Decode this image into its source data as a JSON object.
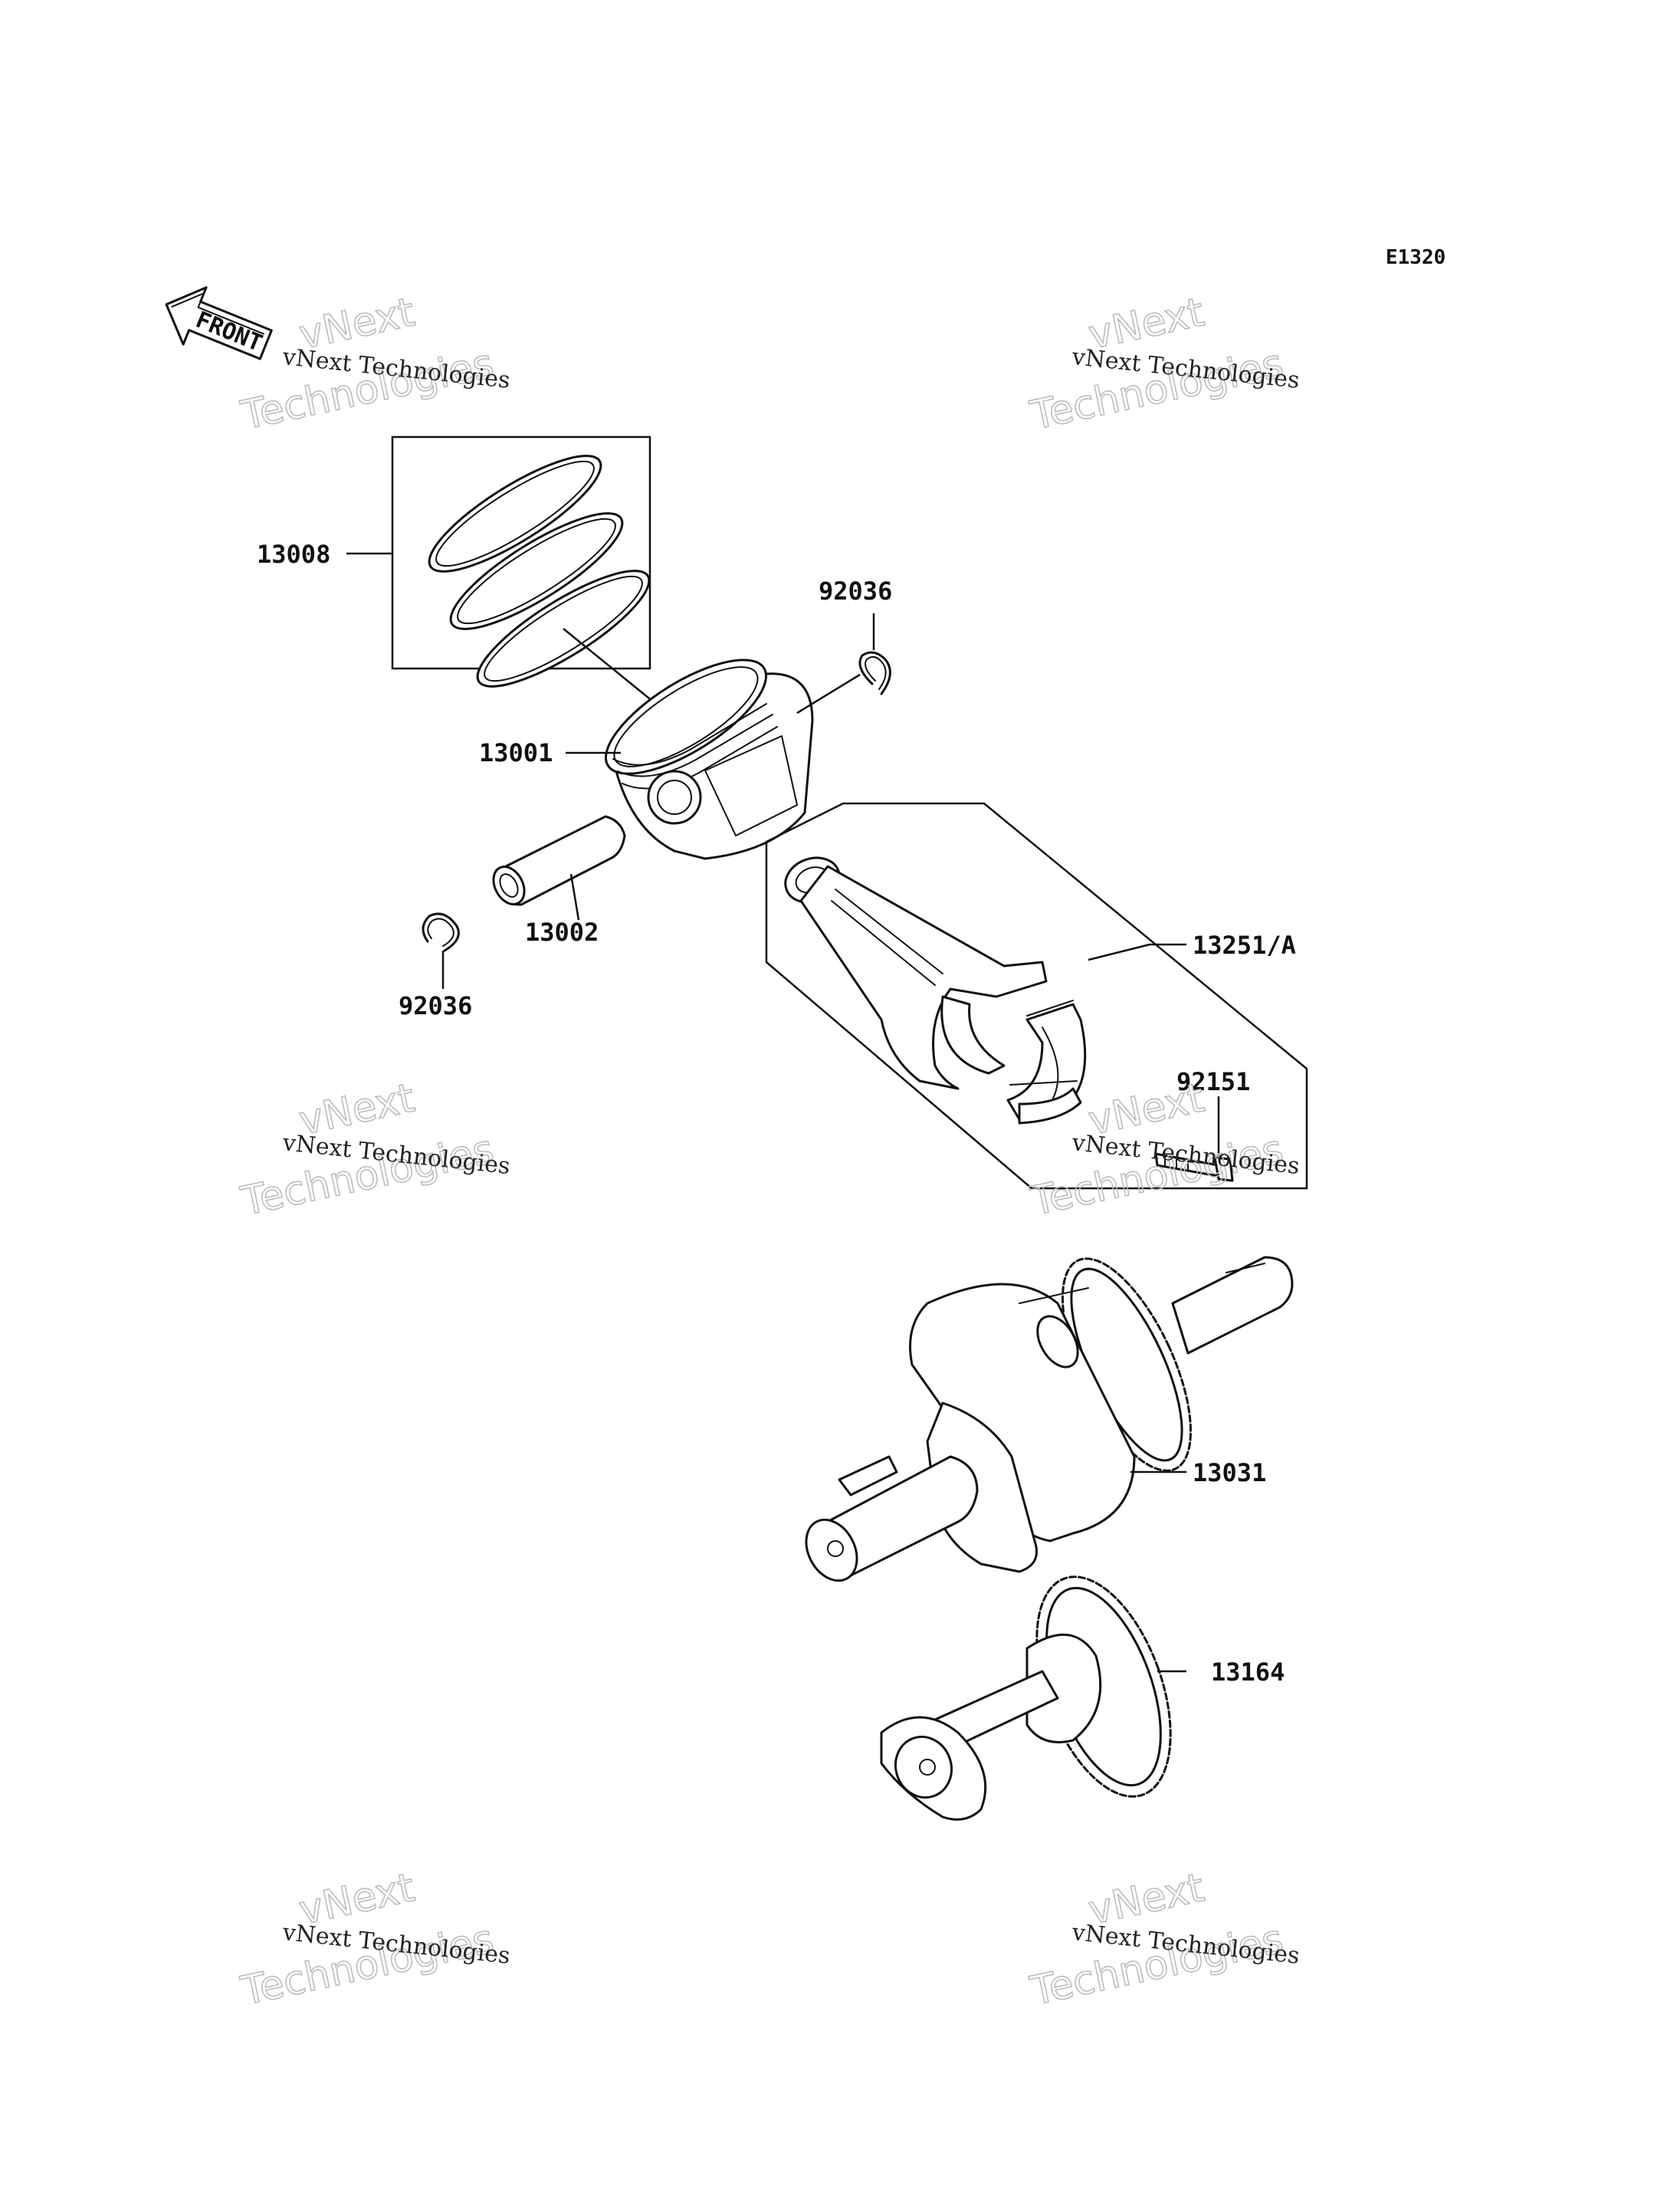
{
  "diagram_code": "E1320",
  "front_label": "FRONT",
  "watermark": {
    "line1": "vNext Technologies",
    "line2": "vNext",
    "line3": "Technologies"
  },
  "parts": [
    {
      "id": "13008",
      "label": "13008"
    },
    {
      "id": "92036-a",
      "label": "92036"
    },
    {
      "id": "13001",
      "label": "13001"
    },
    {
      "id": "13002",
      "label": "13002"
    },
    {
      "id": "92036-b",
      "label": "92036"
    },
    {
      "id": "13251A",
      "label": "13251/A"
    },
    {
      "id": "92151",
      "label": "92151"
    },
    {
      "id": "13031",
      "label": "13031"
    },
    {
      "id": "13164",
      "label": "13164"
    }
  ]
}
